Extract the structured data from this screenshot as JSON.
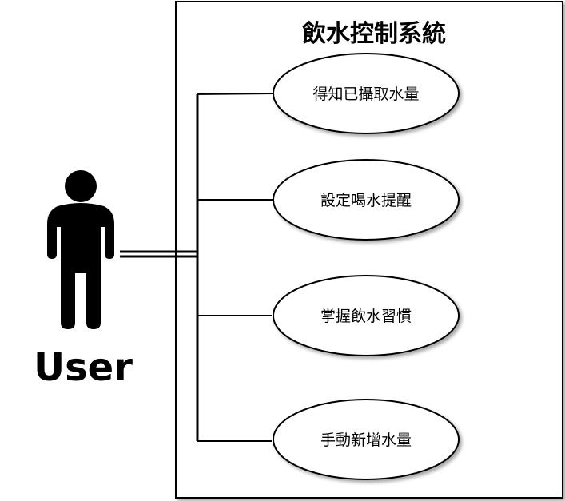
{
  "system": {
    "title": "飲水控制系統"
  },
  "actor": {
    "name": "User",
    "icon": "person-icon"
  },
  "use_cases": [
    {
      "label": "得知已攝取水量"
    },
    {
      "label": "設定喝水提醒"
    },
    {
      "label": "掌握飲水習慣"
    },
    {
      "label": "手動新增水量"
    }
  ],
  "colors": {
    "stroke": "#000000",
    "background": "#ffffff"
  }
}
